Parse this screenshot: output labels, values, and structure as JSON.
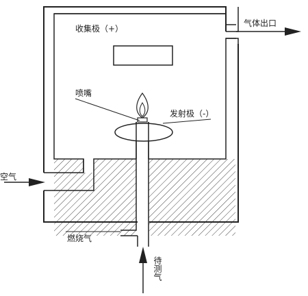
{
  "labels": {
    "collector": "收集极（+）",
    "gas_outlet": "气体出口",
    "nozzle": "喷嘴",
    "emitter": "发射极（-）",
    "air": "空气",
    "fuel_gas": "燃烧气",
    "sample_gas": "待测气"
  },
  "colors": {
    "line": "#222222",
    "hatch": "#444444",
    "flame": "#222222",
    "background": "#ffffff"
  }
}
